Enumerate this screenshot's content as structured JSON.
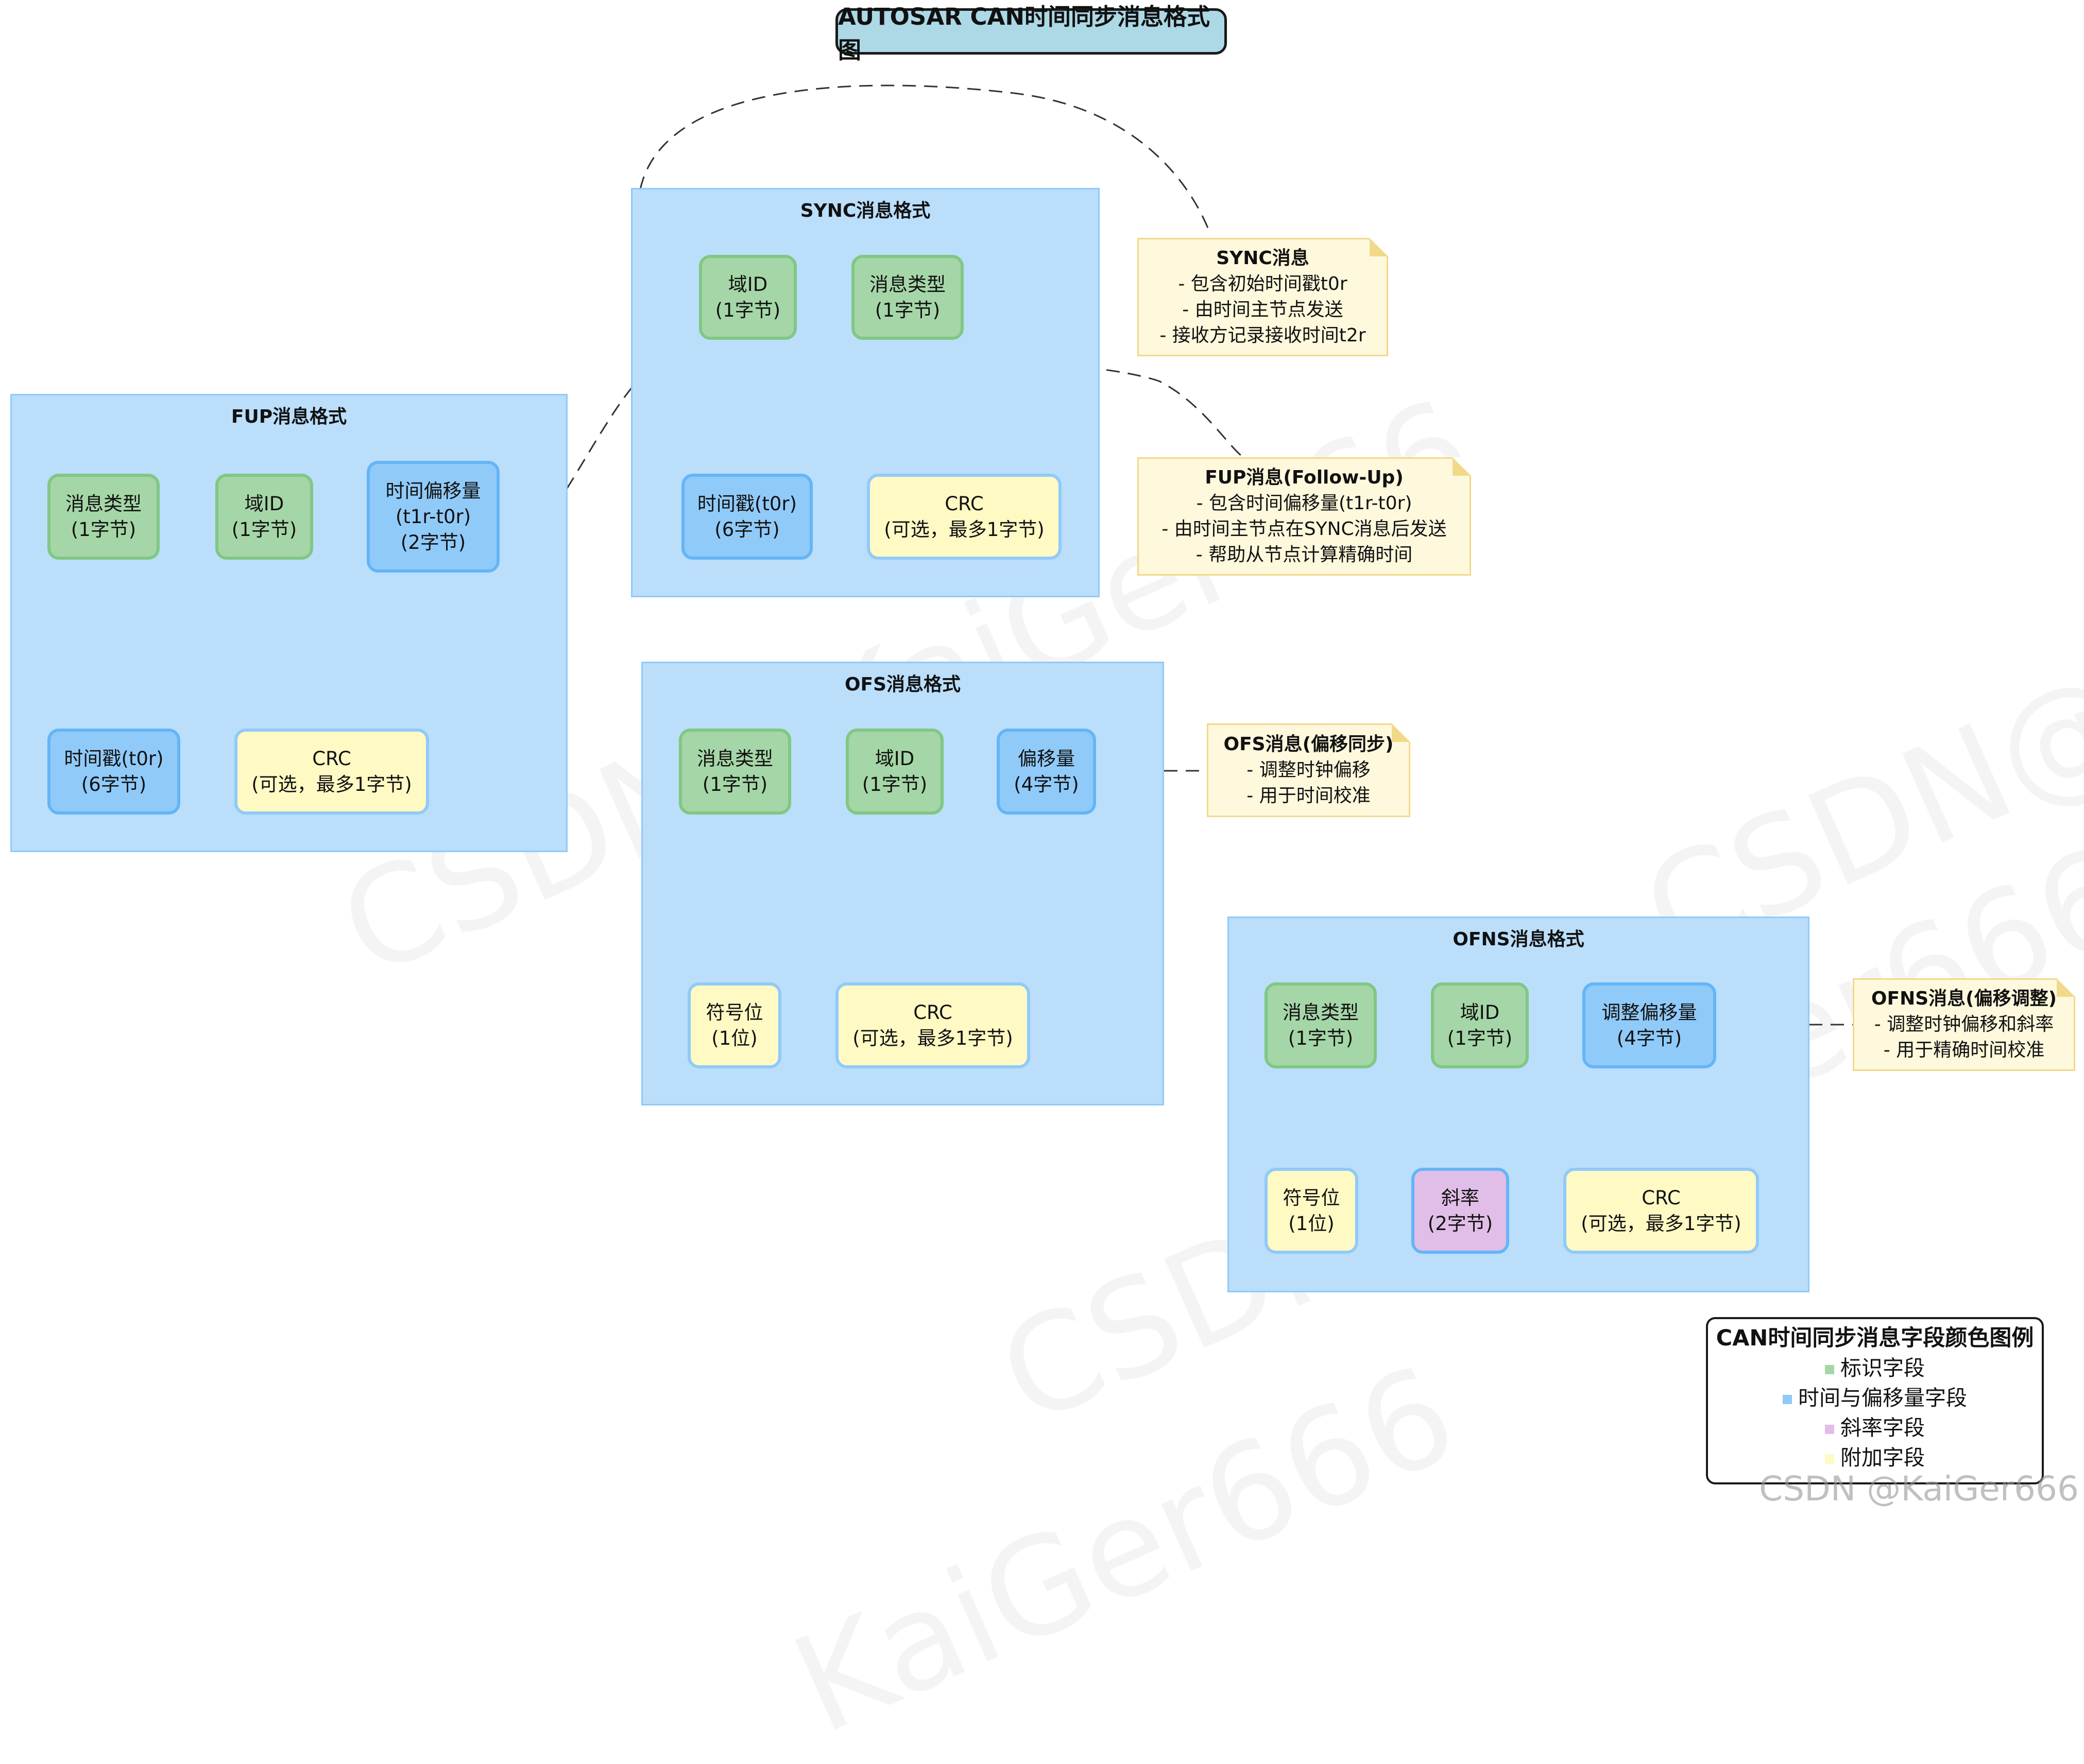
{
  "title": "AUTOSAR CAN时间同步消息格式图",
  "packages": {
    "sync": {
      "title": "SYNC消息格式",
      "fields": [
        {
          "name": "域ID",
          "size": "(1字节)"
        },
        {
          "name": "消息类型",
          "size": "(1字节)"
        },
        {
          "name": "时间戳(t0r)",
          "size": "(6字节)"
        },
        {
          "name": "CRC",
          "size": "(可选，最多1字节)"
        }
      ]
    },
    "fup": {
      "title": "FUP消息格式",
      "fields": [
        {
          "name": "消息类型",
          "size": "(1字节)"
        },
        {
          "name": "域ID",
          "size": "(1字节)"
        },
        {
          "name": "时间偏移量",
          "detail": "(t1r-t0r)",
          "size": "(2字节)"
        },
        {
          "name": "时间戳(t0r)",
          "size": "(6字节)"
        },
        {
          "name": "CRC",
          "size": "(可选，最多1字节)"
        }
      ]
    },
    "ofs": {
      "title": "OFS消息格式",
      "fields": [
        {
          "name": "消息类型",
          "size": "(1字节)"
        },
        {
          "name": "域ID",
          "size": "(1字节)"
        },
        {
          "name": "偏移量",
          "size": "(4字节)"
        },
        {
          "name": "符号位",
          "size": "(1位)"
        },
        {
          "name": "CRC",
          "size": "(可选，最多1字节)"
        }
      ]
    },
    "ofns": {
      "title": "OFNS消息格式",
      "fields": [
        {
          "name": "消息类型",
          "size": "(1字节)"
        },
        {
          "name": "域ID",
          "size": "(1字节)"
        },
        {
          "name": "调整偏移量",
          "size": "(4字节)"
        },
        {
          "name": "符号位",
          "size": "(1位)"
        },
        {
          "name": "斜率",
          "size": "(2字节)"
        },
        {
          "name": "CRC",
          "size": "(可选，最多1字节)"
        }
      ]
    }
  },
  "notes": {
    "sync": {
      "title": "SYNC消息",
      "lines": [
        "- 包含初始时间戳t0r",
        "- 由时间主节点发送",
        "- 接收方记录接收时间t2r"
      ]
    },
    "fup": {
      "title": "FUP消息(Follow-Up)",
      "lines": [
        "- 包含时间偏移量(t1r-t0r)",
        "- 由时间主节点在SYNC消息后发送",
        "- 帮助从节点计算精确时间"
      ]
    },
    "ofs": {
      "title": "OFS消息(偏移同步)",
      "lines": [
        "- 调整时钟偏移",
        "- 用于时间校准"
      ]
    },
    "ofns": {
      "title": "OFNS消息(偏移调整)",
      "lines": [
        "- 调整时钟偏移和斜率",
        "- 用于精确时间校准"
      ]
    }
  },
  "legend": {
    "title": "CAN时间同步消息字段颜色图例",
    "items": [
      {
        "label": "标识字段",
        "color": "#a5d6a7"
      },
      {
        "label": "时间与偏移量字段",
        "color": "#90caf9"
      },
      {
        "label": "斜率字段",
        "color": "#e1bee7"
      },
      {
        "label": "附加字段",
        "color": "#fff9c4"
      }
    ]
  },
  "colors": {
    "package_bg": "#bbdefb",
    "identifier": "#a5d6a7",
    "time_offset": "#90caf9",
    "slope": "#e1bee7",
    "additional": "#fff9c4",
    "note_bg": "#fef8dc"
  },
  "watermark": "CSDN @KaiGer666"
}
